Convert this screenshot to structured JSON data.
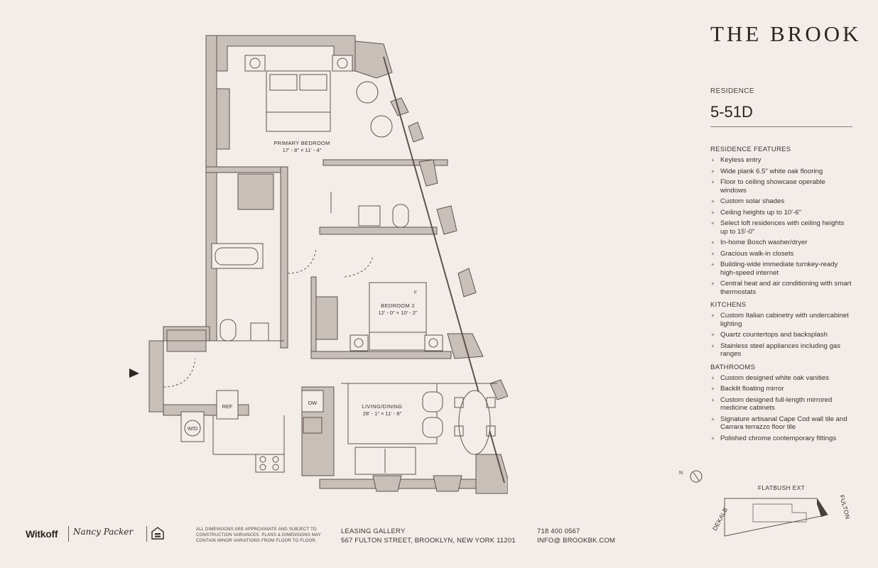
{
  "brand": "THE BROOK",
  "residence": {
    "caption": "RESIDENCE",
    "number": "5-51D"
  },
  "sections": [
    {
      "title": "RESIDENCE FEATURES",
      "items": [
        "Keyless entry",
        "Wide plank 6.5\" white oak flooring",
        "Floor to ceiling showcase operable windows",
        "Custom solar shades",
        "Ceiling heights up to 10'-6\"",
        "Select loft residences with ceiling heights up to 15'-0\"",
        "In-home Bosch washer/dryer",
        "Gracious walk-in closets",
        "Building-wide immediate turnkey-ready high-speed internet",
        "Central heat and air conditioning with smart thermostats"
      ]
    },
    {
      "title": "KITCHENS",
      "items": [
        "Custom Italian cabinetry with undercabinet lighting",
        "Quartz countertops and backsplash",
        "Stainless steel appliances including gas ranges"
      ]
    },
    {
      "title": "BATHROOMS",
      "items": [
        "Custom designed white oak vanities",
        "Backlit floating mirror",
        "Custom designed full-length mirrored medicine cabinets",
        "Signature artisanal Cape Cod wall tile and Carrara terrazzo floor tile",
        "Polished chrome contemporary fittings"
      ]
    }
  ],
  "plan": {
    "primary_bedroom": {
      "name": "PRIMARY BEDROOM",
      "dims": "17' - 8\" × 11' - 4\""
    },
    "bedroom2": {
      "name": "BEDROOM 2",
      "dims": "12' - 0\" × 10' - 2\""
    },
    "living": {
      "name": "LIVING/DINING",
      "dims": "28' - 1\" × 11' - 8\""
    },
    "ref": "REF",
    "dw": "DW",
    "wd": "W/D",
    "f_mark": "F"
  },
  "keyplan": {
    "north": "N",
    "top": "FLATBUSH EXT",
    "left": "DEKALB",
    "right": "FULTON"
  },
  "footer": {
    "developer": "Witkoff",
    "partner_signature": "Nancy Packer",
    "disclaimer": "ALL DIMENSIONS ARE APPROXIMATE AND SUBJECT TO CONSTRUCTION VARIANCES. PLANS & DIMENSIONS MAY CONTAIN MINOR VARIATIONS FROM FLOOR TO FLOOR.",
    "leasing_title": "LEASING GALLERY",
    "leasing_address": "567 FULTON STREET, BROOKLYN, NEW YORK 11201",
    "phone": "718 400 0567",
    "email": "INFO@ BROOKBK.COM"
  },
  "colors": {
    "wall": "#c8bfb8",
    "line": "#5e524c",
    "background": "#f3edea"
  }
}
